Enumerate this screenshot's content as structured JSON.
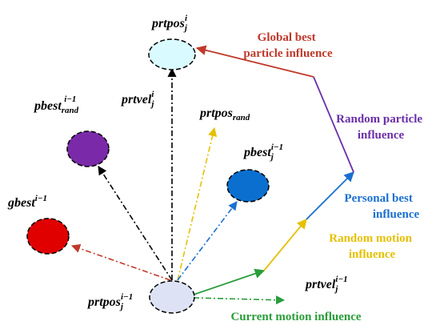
{
  "colors": {
    "current_motion": "#2a9d3a",
    "random_motion": "#e6c000",
    "personal_best": "#1a6fd1",
    "random_particle": "#6a2fa8",
    "global_best": "#c0392b",
    "velocity": "#000000",
    "node_current": "#dde3f5",
    "node_next": "#d9fbff",
    "node_rand_best": "#7a2aa8",
    "node_personal_best": "#0b6fd0",
    "node_global_best": "#e00000"
  },
  "nodes": {
    "current": {
      "base": "prtpos",
      "sub": "j",
      "sup": "i−1"
    },
    "next": {
      "base": "prtpos",
      "sub": "j",
      "sup": "i"
    },
    "rand_best": {
      "base": "pbest",
      "sub": "rand",
      "sup": "i−1"
    },
    "personal_best": {
      "base": "pbest",
      "sub": "j",
      "sup": "i−1"
    },
    "global_best": {
      "base": "gbest",
      "sup": "i−1"
    }
  },
  "vector_labels": {
    "velocity": {
      "base": "prtvel",
      "sub": "j",
      "sup": "i"
    },
    "rand_pos": {
      "base": "prtpos",
      "sub": "rand"
    },
    "prev_velocity": {
      "base": "prtvel",
      "sub": "j",
      "sup": "i−1"
    }
  },
  "influences": {
    "global_best": [
      "Global best",
      "particle influence"
    ],
    "random_particle": [
      "Random particle",
      "influence"
    ],
    "personal_best": [
      "Personal best",
      "influence"
    ],
    "random_motion": [
      "Random motion",
      "influence"
    ],
    "current_motion": [
      "Current motion influence"
    ]
  }
}
